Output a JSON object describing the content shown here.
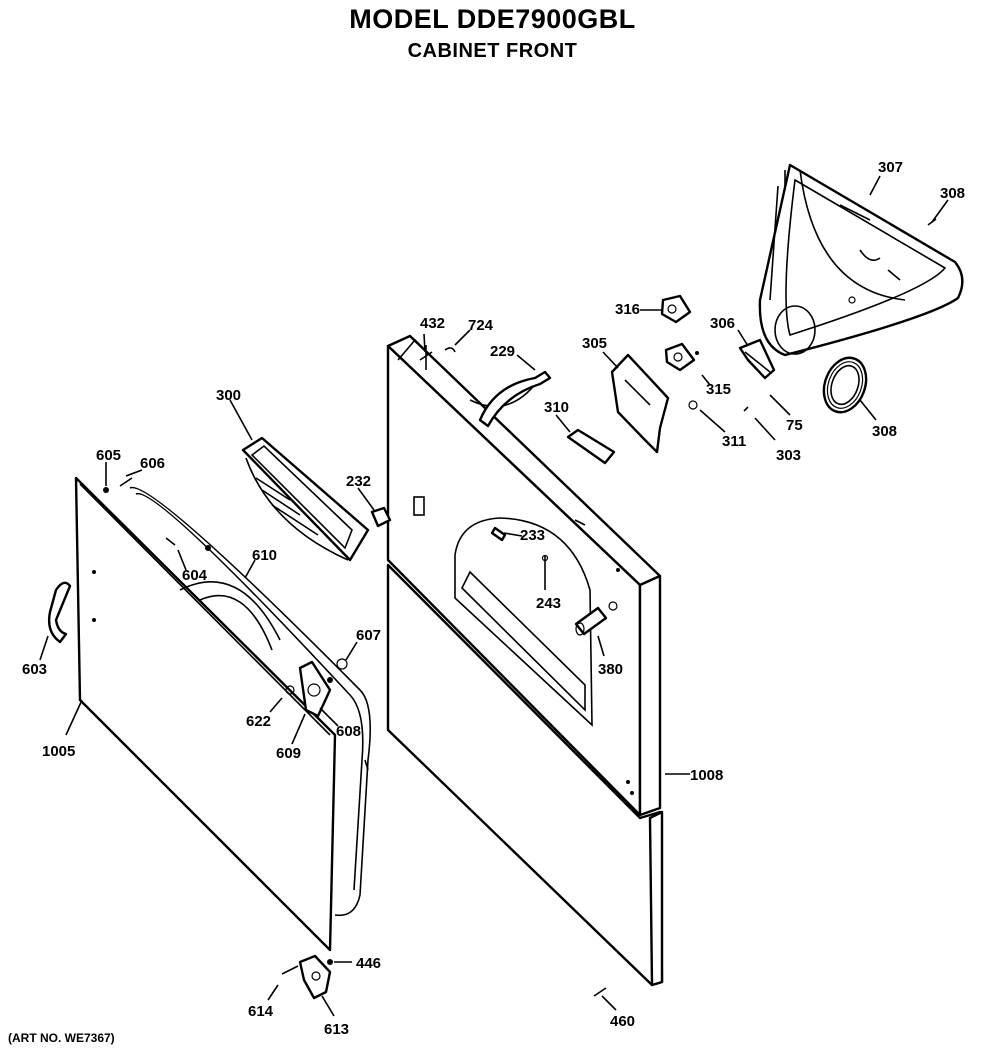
{
  "header": {
    "model": "MODEL DDE7900GBL",
    "section": "CABINET FRONT"
  },
  "art_number": "(ART NO. WE7367)",
  "part_labels": {
    "p307": "307",
    "p308a": "308",
    "p316": "316",
    "p306": "306",
    "p315": "315",
    "p75": "75",
    "p303": "303",
    "p311": "311",
    "p308b": "308",
    "p305": "305",
    "p310": "310",
    "p432": "432",
    "p724": "724",
    "p229": "229",
    "p300": "300",
    "p232": "232",
    "p233": "233",
    "p243": "243",
    "p380": "380",
    "p1008": "1008",
    "p605": "605",
    "p606": "606",
    "p610": "610",
    "p604": "604",
    "p607": "607",
    "p603": "603",
    "p622": "622",
    "p608": "608",
    "p609": "609",
    "p1005": "1005",
    "p446": "446",
    "p614": "614",
    "p613": "613",
    "p460": "460"
  }
}
